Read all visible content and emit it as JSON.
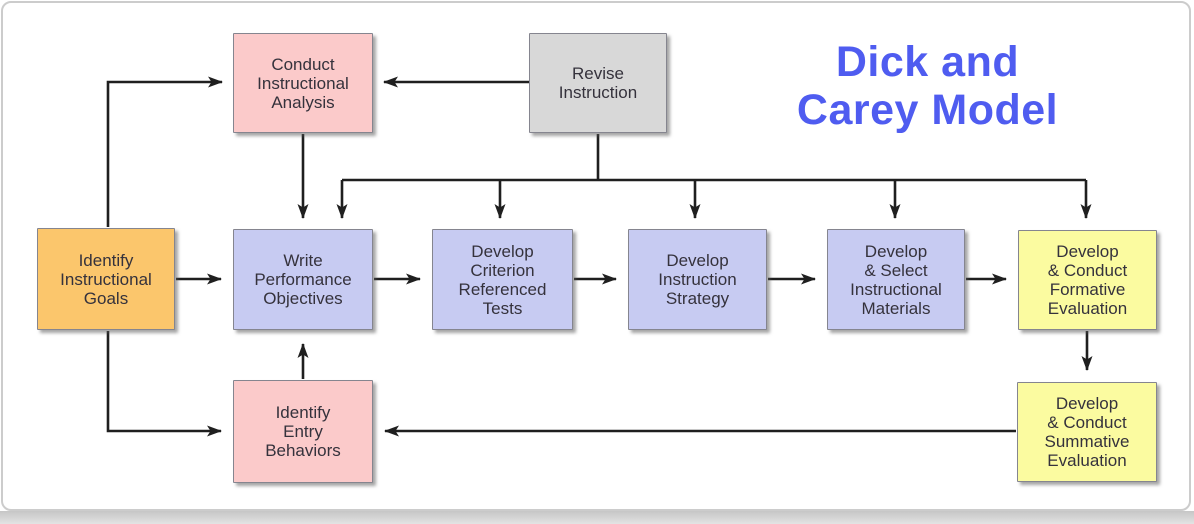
{
  "title": {
    "text": "Dick and\nCarey Model",
    "color": "#4f5cf0"
  },
  "colors": {
    "pink": "#fbcaca",
    "orange": "#fbc66c",
    "periwinkle": "#c7cbf2",
    "yellow": "#fbfba0",
    "gray": "#d8d8d8",
    "arrow": "#1f1f1f",
    "node_text": "#35323c",
    "frame_border": "#cccccc"
  },
  "nodes": {
    "conduct_instructional_analysis": {
      "label": "Conduct\nInstructional\nAnalysis",
      "fill": "#fbcaca"
    },
    "revise_instruction": {
      "label": "Revise\nInstruction",
      "fill": "#d8d8d8"
    },
    "identify_instructional_goals": {
      "label": "Identify\nInstructional\nGoals",
      "fill": "#fbc66c"
    },
    "write_performance_objectives": {
      "label": "Write\nPerformance\nObjectives",
      "fill": "#c7cbf2"
    },
    "develop_criterion_referenced_tests": {
      "label": "Develop\nCriterion\nReferenced\nTests",
      "fill": "#c7cbf2"
    },
    "develop_instruction_strategy": {
      "label": "Develop\nInstruction\nStrategy",
      "fill": "#c7cbf2"
    },
    "develop_select_instructional_materials": {
      "label": "Develop\n& Select\nInstructional\nMaterials",
      "fill": "#c7cbf2"
    },
    "develop_conduct_formative_evaluation": {
      "label": "Develop\n& Conduct\nFormative\nEvaluation",
      "fill": "#fbfba0"
    },
    "identify_entry_behaviors": {
      "label": "Identify\nEntry\nBehaviors",
      "fill": "#fbcaca"
    },
    "develop_conduct_summative_evaluation": {
      "label": "Develop\n& Conduct\nSummative\nEvaluation",
      "fill": "#fbfba0"
    }
  },
  "connections": [
    "identify_instructional_goals -> conduct_instructional_analysis",
    "identify_instructional_goals -> write_performance_objectives",
    "identify_instructional_goals -> identify_entry_behaviors",
    "conduct_instructional_analysis -> write_performance_objectives",
    "revise_instruction -> conduct_instructional_analysis",
    "revise_instruction -> write_performance_objectives",
    "revise_instruction -> develop_criterion_referenced_tests",
    "revise_instruction -> develop_instruction_strategy",
    "revise_instruction -> develop_select_instructional_materials",
    "revise_instruction -> develop_conduct_formative_evaluation",
    "write_performance_objectives -> develop_criterion_referenced_tests",
    "develop_criterion_referenced_tests -> develop_instruction_strategy",
    "develop_instruction_strategy -> develop_select_instructional_materials",
    "develop_select_instructional_materials -> develop_conduct_formative_evaluation",
    "develop_conduct_formative_evaluation -> develop_conduct_summative_evaluation",
    "develop_conduct_summative_evaluation -> identify_entry_behaviors",
    "identify_entry_behaviors -> write_performance_objectives"
  ]
}
